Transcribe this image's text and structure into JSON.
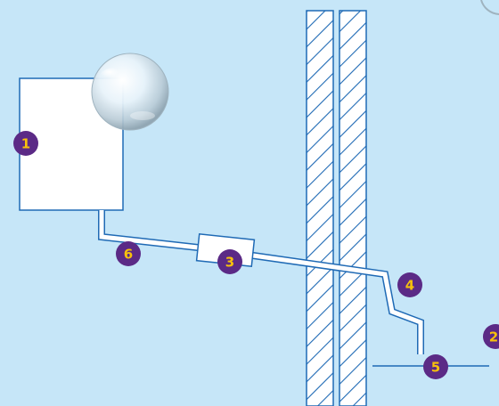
{
  "colors": {
    "background": "#c6e6f8",
    "line": "#1f6ab5",
    "box_fill": "#ffffff",
    "badge_fill": "#5b2a86",
    "badge_text": "#f7c10c"
  },
  "components": [
    {
      "id": "unit",
      "label": "1"
    },
    {
      "id": "right-edge-marker",
      "label": "2"
    },
    {
      "id": "inline-component",
      "label": "3"
    },
    {
      "id": "pipe-bend",
      "label": "4"
    },
    {
      "id": "outlet-line",
      "label": "5"
    },
    {
      "id": "unit-pipe",
      "label": "6"
    }
  ],
  "wall_layers": 2
}
